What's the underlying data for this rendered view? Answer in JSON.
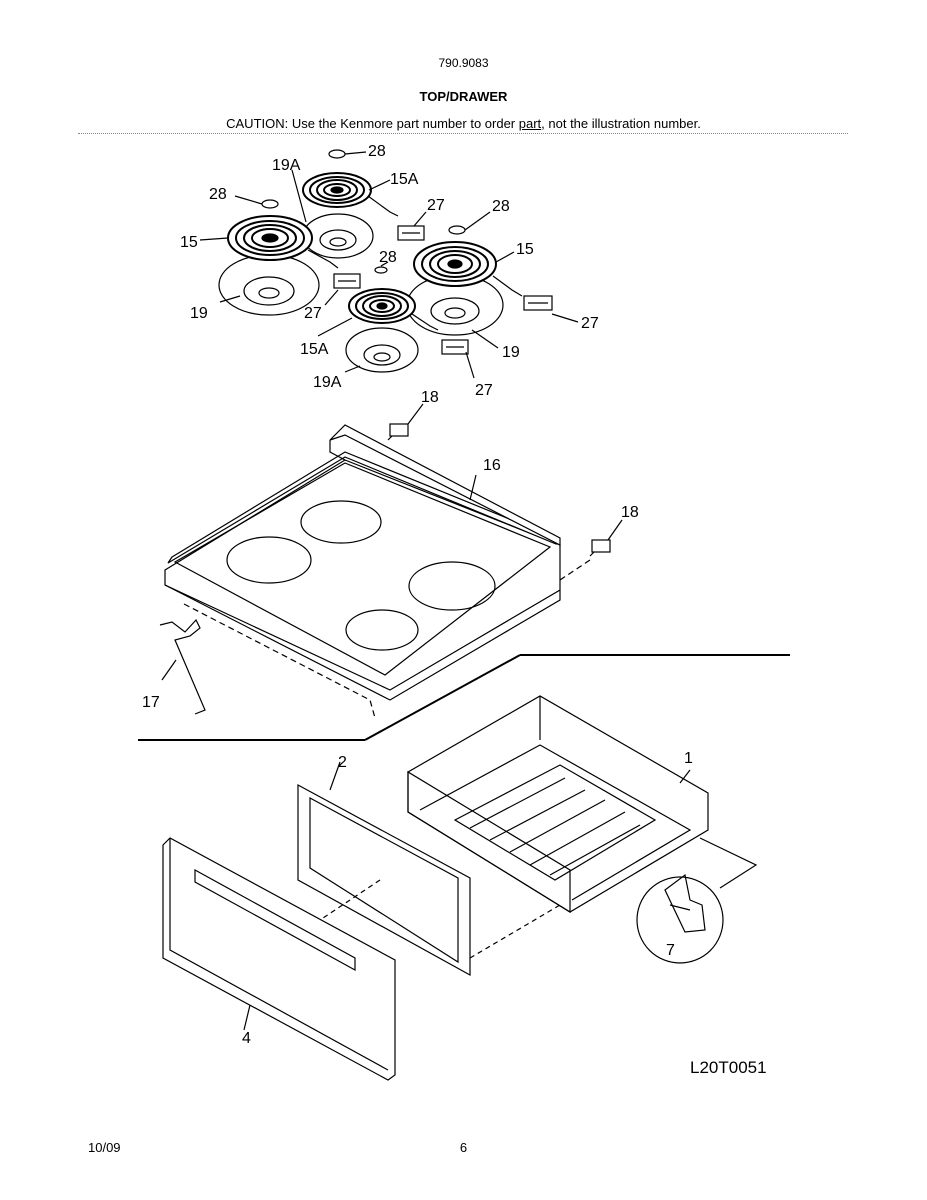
{
  "header": {
    "model": "790.9083",
    "title": "TOP/DRAWER",
    "caution_prefix": "CAUTION: Use the Kenmore part number to order ",
    "caution_link": "part",
    "caution_suffix": ", not the illustration number."
  },
  "callouts": [
    {
      "id": "28",
      "text": "28"
    },
    {
      "id": "19A",
      "text": "19A"
    },
    {
      "id": "15A",
      "text": "15A"
    },
    {
      "id": "28",
      "text": "28"
    },
    {
      "id": "27",
      "text": "27"
    },
    {
      "id": "28",
      "text": "28"
    },
    {
      "id": "15",
      "text": "15"
    },
    {
      "id": "28",
      "text": "28"
    },
    {
      "id": "15",
      "text": "15"
    },
    {
      "id": "19",
      "text": "19"
    },
    {
      "id": "27",
      "text": "27"
    },
    {
      "id": "27",
      "text": "27"
    },
    {
      "id": "15A",
      "text": "15A"
    },
    {
      "id": "19",
      "text": "19"
    },
    {
      "id": "19A",
      "text": "19A"
    },
    {
      "id": "27",
      "text": "27"
    },
    {
      "id": "18",
      "text": "18"
    },
    {
      "id": "16",
      "text": "16"
    },
    {
      "id": "18",
      "text": "18"
    },
    {
      "id": "17",
      "text": "17"
    },
    {
      "id": "1",
      "text": "1"
    },
    {
      "id": "2",
      "text": "2"
    },
    {
      "id": "7",
      "text": "7"
    },
    {
      "id": "4",
      "text": "4"
    }
  ],
  "footer": {
    "illustration_code": "L20T0051",
    "date": "10/09",
    "page_number": "6"
  }
}
